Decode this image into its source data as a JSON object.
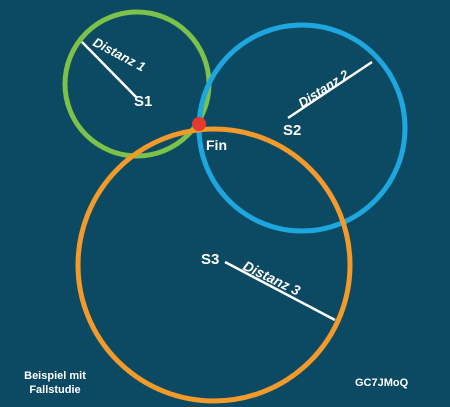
{
  "colors": {
    "background": "#0b4a62",
    "circle1": "#7cc24a",
    "circle2": "#1ea6df",
    "circle3": "#f39a2a",
    "fin_point": "#e53a2f",
    "line": "#ffffff"
  },
  "circles": [
    {
      "station": "S1",
      "station_sub": "1",
      "distance_label": "Distanz 1"
    },
    {
      "station": "S2",
      "station_sub": "2",
      "distance_label": "Distanz 2"
    },
    {
      "station": "S3",
      "station_sub": "3",
      "distance_label": "Distanz 3"
    }
  ],
  "fin_label": "Fin",
  "caption_left": "Beispiel mit\nFallstudie",
  "caption_right": "GC7JMoQ"
}
